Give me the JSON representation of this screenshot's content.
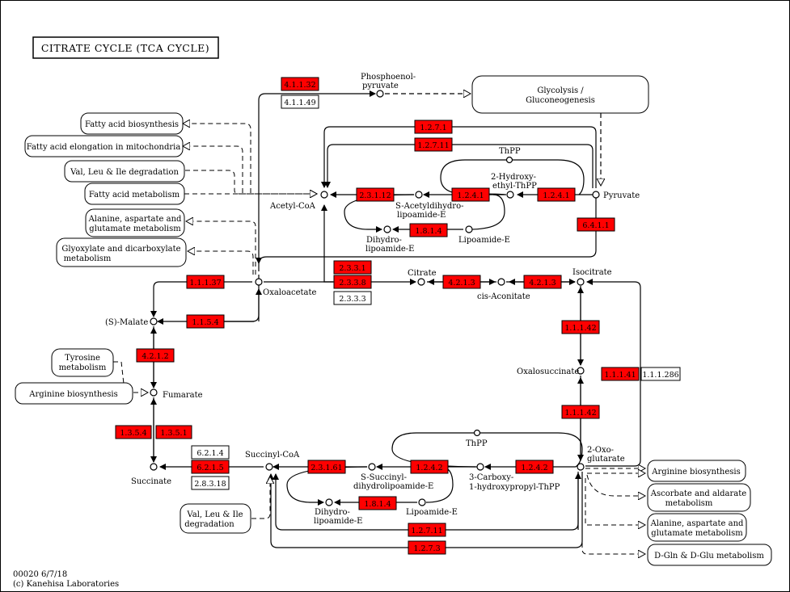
{
  "title": "CITRATE  CYCLE  (TCA CYCLE)",
  "footer": {
    "code": "00020 6/7/18",
    "copyright": "(c) Kanehisa Laboratories"
  },
  "colors": {
    "highlight": "#ff0000",
    "box_border": "#000000",
    "background": "#ffffff",
    "line": "#000000"
  },
  "compounds": {
    "pep": [
      "Phosphoenol-",
      "pyruvate"
    ],
    "acetyl_coa": "Acetyl-CoA",
    "thpp_top": "ThPP",
    "hydroxyethyl": [
      "2-Hydroxy-",
      "ethyl-ThPP"
    ],
    "pyruvate": "Pyruvate",
    "s_acetyl": [
      "S-Acetyldihydro-",
      "lipoamide-E"
    ],
    "dihydrolipo_top": [
      "Dihydro-",
      "lipoamide-E"
    ],
    "lipoamide_top": "Lipoamide-E",
    "citrate": "Citrate",
    "cis_aconitate": "cis-Aconitate",
    "isocitrate": "Isocitrate",
    "oxaloacetate": "Oxaloacetate",
    "malate": "(S)-Malate",
    "fumarate": "Fumarate",
    "oxalosuccinate": "Oxalosuccinate",
    "oxoglutarate": [
      "2-Oxo-",
      "glutarate"
    ],
    "succinate": "Succinate",
    "succinyl_coa": "Succinyl-CoA",
    "s_succinyl": [
      "S-Succinyl-",
      "dihydrolipoamide-E"
    ],
    "thpp_bottom": "ThPP",
    "carboxy": [
      "3-Carboxy-",
      "1-hydroxypropyl-ThPP"
    ],
    "dihydrolipo_bottom": [
      "Dihydro-",
      "lipoamide-E"
    ],
    "lipoamide_bottom": "Lipoamide-E"
  },
  "enzymes": {
    "e41132": "4.1.1.32",
    "e41149": "4.1.1.49",
    "e1271_a": "1.2.7.1",
    "e12711_a": "1.2.7.11",
    "e23112": "2.3.1.12",
    "e1241_a": "1.2.4.1",
    "e1241_b": "1.2.4.1",
    "e1814_a": "1.8.1.4",
    "e6411": "6.4.1.1",
    "e2331": "2.3.3.1",
    "e2338": "2.3.3.8",
    "e2333": "2.3.3.3",
    "e4213_a": "4.2.1.3",
    "e4213_b": "4.2.1.3",
    "e11137": "1.1.1.37",
    "e1154": "1.1.5.4",
    "e4212": "4.2.1.2",
    "e1354": "1.3.5.4",
    "e1351": "1.3.5.1",
    "e11142_a": "1.1.1.42",
    "e11141": "1.1.1.41",
    "e111286": "1.1.1.286",
    "e11142_b": "1.1.1.42",
    "e6214": "6.2.1.4",
    "e6215": "6.2.1.5",
    "e28318": "2.8.3.18",
    "e23161": "2.3.1.61",
    "e1242_a": "1.2.4.2",
    "e1242_b": "1.2.4.2",
    "e1814_b": "1.8.1.4",
    "e12711_b": "1.2.7.11",
    "e1273": "1.2.7.3"
  },
  "pathways": {
    "glycolysis": [
      "Glycolysis /",
      "Gluconeogenesis"
    ],
    "fa_biosynthesis": "Fatty acid biosynthesis",
    "fa_elongation": "Fatty acid elongation in mitochondria",
    "vli_degradation": "Val, Leu & Ile degradation",
    "fa_metabolism": "Fatty acid metabolism",
    "ala_asp_glu_top": [
      "Alanine, aspartate and",
      "glutamate metabolism"
    ],
    "glyoxylate": [
      "Glyoxylate and dicarboxylate",
      "metabolism"
    ],
    "tyrosine": [
      "Tyrosine",
      "metabolism"
    ],
    "arginine_left": "Arginine biosynthesis",
    "vli_degradation_bottom": [
      "Val, Leu & Ile",
      "degradation"
    ],
    "arginine_right": "Arginine biosynthesis",
    "ascorbate": [
      "Ascorbate and aldarate",
      "metabolism"
    ],
    "ala_asp_glu_bottom": [
      "Alanine, aspartate and",
      "glutamate metabolism"
    ],
    "d_gln": "D-Gln & D-Glu metabolism"
  }
}
